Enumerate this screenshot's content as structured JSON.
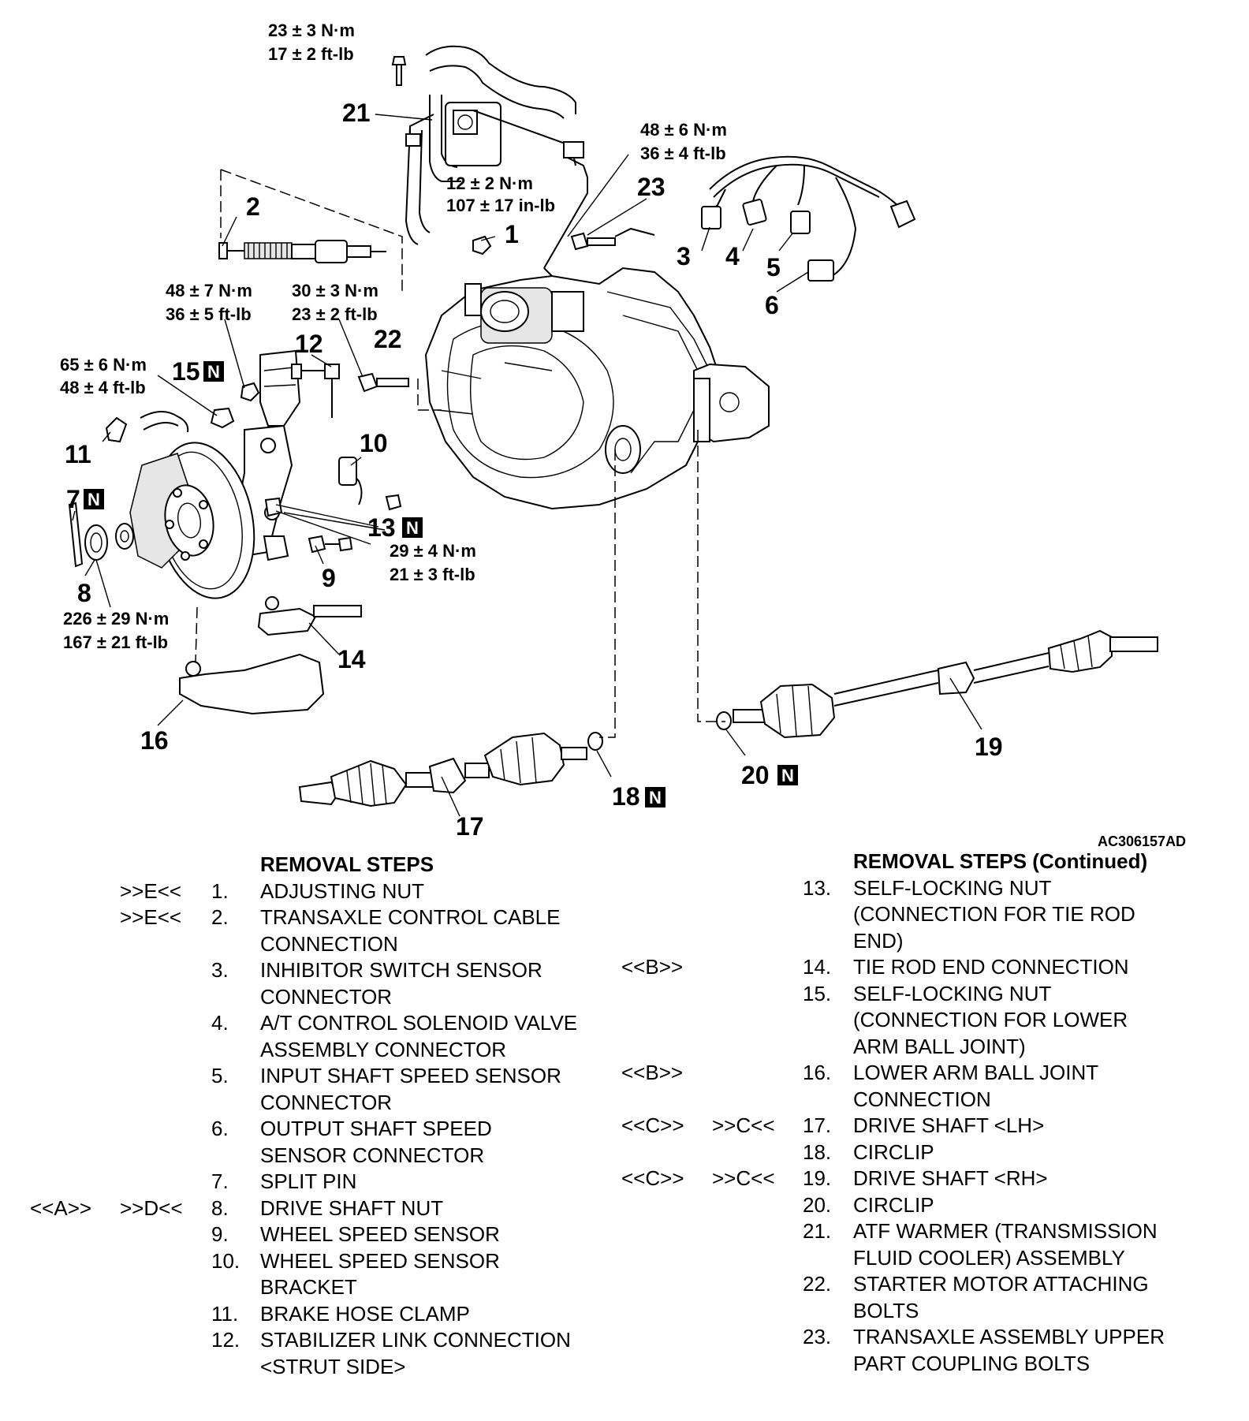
{
  "diagram": {
    "figure_id": "AC306157AD",
    "callouts": {
      "c1": "1",
      "c2": "2",
      "c3": "3",
      "c4": "4",
      "c5": "5",
      "c6": "6",
      "c7": "7",
      "c8": "8",
      "c9": "9",
      "c10": "10",
      "c11": "11",
      "c12": "12",
      "c13": "13",
      "c14": "14",
      "c15": "15",
      "c16": "16",
      "c17": "17",
      "c18": "18",
      "c19": "19",
      "c20": "20",
      "c21": "21",
      "c22": "22",
      "c23": "23"
    },
    "new_part_mark": "N",
    "torques": {
      "t_top_1": "23 ± 3 N·m",
      "t_top_2": "17 ± 2 ft-lb",
      "t_21_1": "12 ± 2 N·m",
      "t_21_2": "107 ± 17 in-lb",
      "t_23_1": "48 ± 6 N·m",
      "t_23_2": "36 ± 4 ft-lb",
      "t_a_1": "48 ± 7 N·m",
      "t_a_2": "36 ± 5 ft-lb",
      "t_b_1": "30 ± 3 N·m",
      "t_b_2": "23 ± 2 ft-lb",
      "t_15_1": "65 ± 6 N·m",
      "t_15_2": "48 ± 4 ft-lb",
      "t_9_1": "29 ± 4 N·m",
      "t_9_2": "21 ± 3 ft-lb",
      "t_8_1": "226 ± 29 N·m",
      "t_8_2": "167 ± 21 ft-lb"
    }
  },
  "steps_left": {
    "heading": "REMOVAL STEPS",
    "items": [
      {
        "m1": "",
        "m2": ">>E<<",
        "no": "1.",
        "lines": [
          "ADJUSTING NUT"
        ]
      },
      {
        "m1": "",
        "m2": ">>E<<",
        "no": "2.",
        "lines": [
          "TRANSAXLE CONTROL CABLE",
          "CONNECTION"
        ]
      },
      {
        "m1": "",
        "m2": "",
        "no": "3.",
        "lines": [
          "INHIBITOR SWITCH SENSOR",
          "CONNECTOR"
        ]
      },
      {
        "m1": "",
        "m2": "",
        "no": "4.",
        "lines": [
          "A/T CONTROL SOLENOID VALVE",
          "ASSEMBLY CONNECTOR"
        ]
      },
      {
        "m1": "",
        "m2": "",
        "no": "5.",
        "lines": [
          "INPUT SHAFT SPEED SENSOR",
          "CONNECTOR"
        ]
      },
      {
        "m1": "",
        "m2": "",
        "no": "6.",
        "lines": [
          "OUTPUT SHAFT SPEED",
          "SENSOR CONNECTOR"
        ]
      },
      {
        "m1": "",
        "m2": "",
        "no": "7.",
        "lines": [
          "SPLIT PIN"
        ]
      },
      {
        "m1": "<<A>>",
        "m2": ">>D<<",
        "no": "8.",
        "lines": [
          "DRIVE SHAFT NUT"
        ]
      },
      {
        "m1": "",
        "m2": "",
        "no": "9.",
        "lines": [
          "WHEEL SPEED SENSOR"
        ]
      },
      {
        "m1": "",
        "m2": "",
        "no": "10.",
        "lines": [
          "WHEEL SPEED SENSOR",
          "BRACKET"
        ]
      },
      {
        "m1": "",
        "m2": "",
        "no": "11.",
        "lines": [
          "BRAKE HOSE CLAMP"
        ]
      },
      {
        "m1": "",
        "m2": "",
        "no": "12.",
        "lines": [
          "STABILIZER LINK CONNECTION",
          "<STRUT SIDE>"
        ]
      }
    ]
  },
  "steps_right": {
    "heading": "REMOVAL STEPS (Continued)",
    "items": [
      {
        "m1": "",
        "m2": "",
        "no": "13.",
        "lines": [
          "SELF-LOCKING NUT",
          "(CONNECTION FOR TIE ROD",
          "END)"
        ]
      },
      {
        "m1": "<<B>>",
        "m2": "",
        "no": "14.",
        "lines": [
          "TIE ROD END CONNECTION"
        ]
      },
      {
        "m1": "",
        "m2": "",
        "no": "15.",
        "lines": [
          "SELF-LOCKING NUT",
          "(CONNECTION FOR LOWER",
          "ARM BALL JOINT)"
        ]
      },
      {
        "m1": "<<B>>",
        "m2": "",
        "no": "16.",
        "lines": [
          "LOWER ARM BALL JOINT",
          "CONNECTION"
        ]
      },
      {
        "m1": "<<C>>",
        "m2": ">>C<<",
        "no": "17.",
        "lines": [
          "DRIVE SHAFT <LH>"
        ]
      },
      {
        "m1": "",
        "m2": "",
        "no": "18.",
        "lines": [
          "CIRCLIP"
        ]
      },
      {
        "m1": "<<C>>",
        "m2": ">>C<<",
        "no": "19.",
        "lines": [
          "DRIVE SHAFT <RH>"
        ]
      },
      {
        "m1": "",
        "m2": "",
        "no": "20.",
        "lines": [
          "CIRCLIP"
        ]
      },
      {
        "m1": "",
        "m2": "",
        "no": "21.",
        "lines": [
          "ATF WARMER (TRANSMISSION",
          "FLUID COOLER) ASSEMBLY"
        ]
      },
      {
        "m1": "",
        "m2": "",
        "no": "22.",
        "lines": [
          "STARTER MOTOR ATTACHING",
          "BOLTS"
        ]
      },
      {
        "m1": "",
        "m2": "",
        "no": "23.",
        "lines": [
          "TRANSAXLE ASSEMBLY UPPER",
          "PART COUPLING BOLTS"
        ]
      }
    ]
  }
}
